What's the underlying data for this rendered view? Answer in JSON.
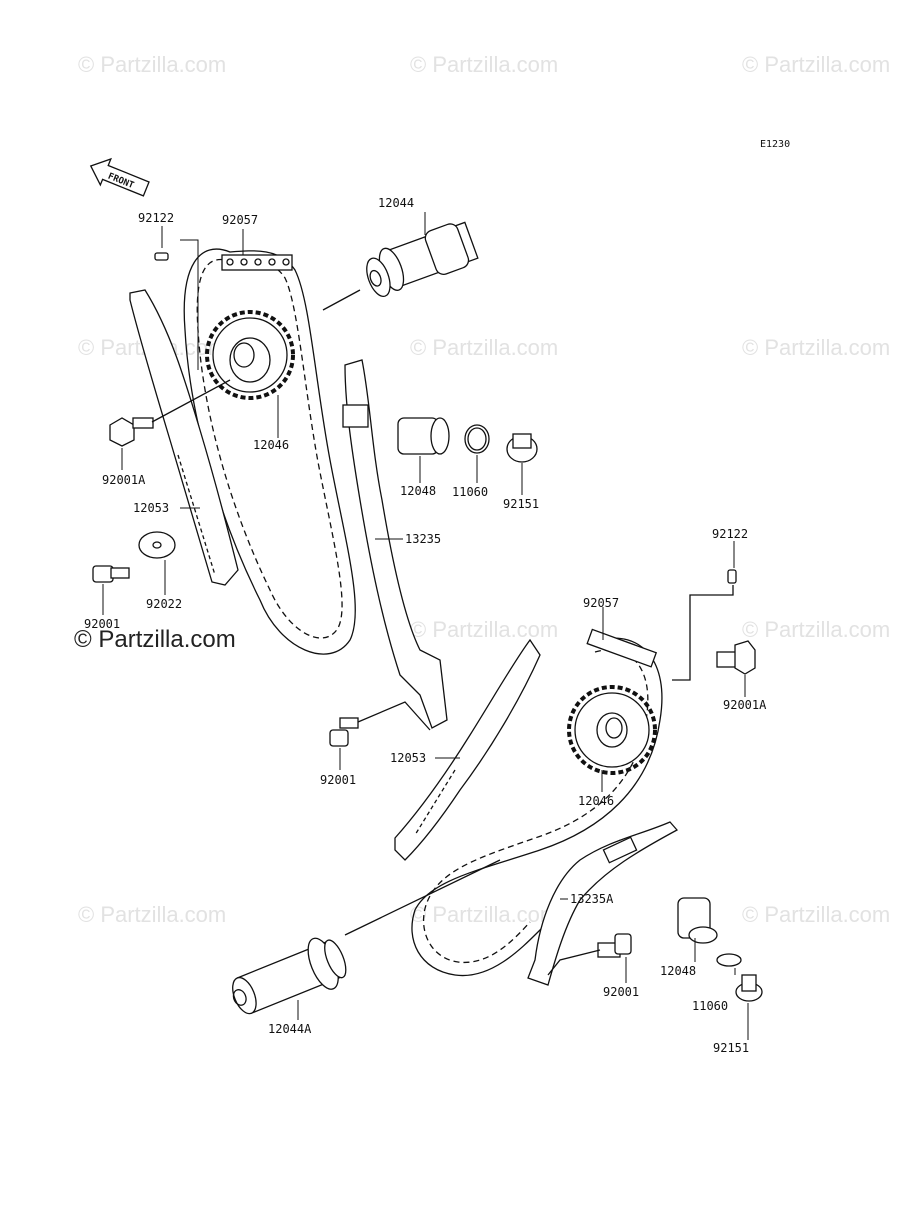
{
  "diagram_code": "E1230",
  "front_arrow": {
    "label": "FRONT",
    "icon": "front-arrow-icon"
  },
  "watermark": "© Partzilla.com",
  "parts_upper": [
    {
      "key": "pin_top",
      "number": "92122"
    },
    {
      "key": "chain_top",
      "number": "92057"
    },
    {
      "key": "camshaft_top",
      "number": "12044"
    },
    {
      "key": "sprocket_top",
      "number": "12046"
    },
    {
      "key": "bolt_a_top",
      "number": "92001A"
    },
    {
      "key": "guide_top",
      "number": "12053"
    },
    {
      "key": "washer",
      "number": "92022"
    },
    {
      "key": "bolt_top",
      "number": "92001"
    },
    {
      "key": "tensioner_top",
      "number": "12048"
    },
    {
      "key": "oring_top",
      "number": "11060"
    },
    {
      "key": "plug_top",
      "number": "92151"
    },
    {
      "key": "chain_guide_top",
      "number": "13235"
    }
  ],
  "parts_lower": [
    {
      "key": "pin_bottom",
      "number": "92122"
    },
    {
      "key": "chain_bottom",
      "number": "92057"
    },
    {
      "key": "bolt_a_bottom",
      "number": "92001A"
    },
    {
      "key": "guide_bottom",
      "number": "12053"
    },
    {
      "key": "sprocket_bottom",
      "number": "12046"
    },
    {
      "key": "bolt_mid",
      "number": "92001"
    },
    {
      "key": "chain_guide_bottom",
      "number": "13235A"
    },
    {
      "key": "bolt_bottom",
      "number": "92001"
    },
    {
      "key": "tensioner_bottom",
      "number": "12048"
    },
    {
      "key": "oring_bottom",
      "number": "11060"
    },
    {
      "key": "plug_bottom",
      "number": "92151"
    },
    {
      "key": "camshaft_bottom",
      "number": "12044A"
    }
  ]
}
